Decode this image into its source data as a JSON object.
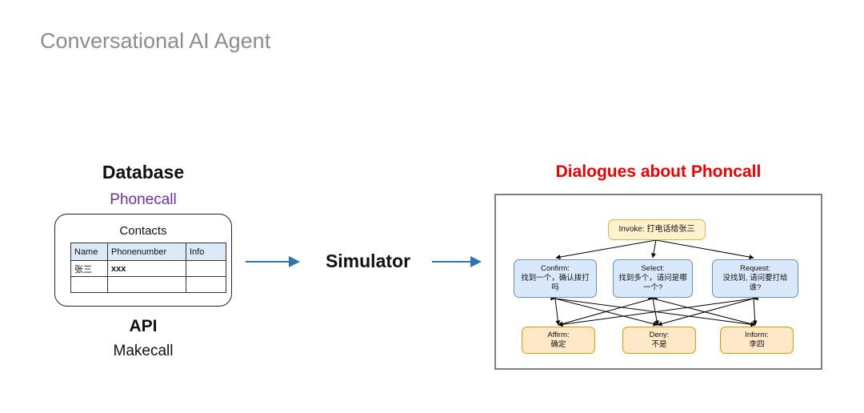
{
  "page": {
    "title": "Conversational AI Agent"
  },
  "left": {
    "database_label": "Database",
    "database_sub": "Phonecall",
    "contacts": {
      "title": "Contacts",
      "headers": [
        "Name",
        "Phonenumber",
        "Info"
      ],
      "rows": [
        [
          "张三",
          "xxx",
          ""
        ],
        [
          "",
          "",
          ""
        ]
      ]
    },
    "api_label": "API",
    "api_sub": "Makecall"
  },
  "center": {
    "simulator_label": "Simulator"
  },
  "right": {
    "title": "Dialogues about Phoncall",
    "nodes": {
      "invoke": "Invoke: 打电话给张三",
      "confirm": "Confirm:\n找到一个，确认拨打\n吗",
      "select": "Select:\n找到多个，请问是哪\n一个?",
      "request": "Request:\n没找到, 请问要打给\n谁?",
      "affirm": "Affirm:\n确定",
      "deny": "Deny:\n不是",
      "inform": "Inform:\n李四"
    }
  },
  "colors": {
    "title_gray": "#8c8c8c",
    "purple_accent": "#7030a0",
    "red_accent": "#f00000",
    "arrow_blue": "#2e75b6",
    "node_yellow_fill": "#fff2cc",
    "node_yellow_border": "#d6b656",
    "node_blue_fill": "#dae8fc",
    "node_blue_border": "#6c8ebf",
    "node_orange_fill": "#ffe8c8",
    "node_orange_border": "#d79b00",
    "table_header_fill": "#dce9f7",
    "dialog_border_gray": "#7f7f7f"
  }
}
